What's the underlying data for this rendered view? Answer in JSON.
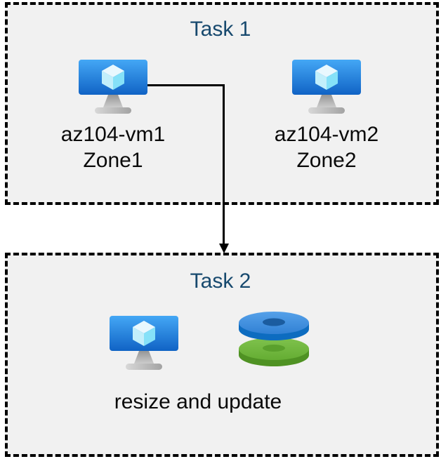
{
  "task1": {
    "title": "Task 1",
    "vm1": {
      "name": "az104-vm1",
      "zone": "Zone1"
    },
    "vm2": {
      "name": "az104-vm2",
      "zone": "Zone2"
    }
  },
  "task2": {
    "title": "Task 2",
    "caption": "resize and update"
  },
  "icons": {
    "vm": "azure-virtual-machine-icon",
    "disks": "azure-disks-icon"
  },
  "colors": {
    "page_bg": "#ffffff",
    "box_bg": "#f1f1f1",
    "box_border": "#000000",
    "title_text": "#17496e",
    "label_text": "#0a0a0a",
    "arrow": "#000000",
    "vm_screen_top": "#44a7f5",
    "vm_screen_bottom": "#1063c5",
    "cube_top": "#e9f8fe",
    "cube_left": "#c2effb",
    "cube_right": "#85e1f8",
    "stand_top": "#969696",
    "stand_bottom": "#cccccc",
    "base_light": "#d8d8d8",
    "base_dark": "#a3a3a3",
    "disk_blue_top": "#55a1e9",
    "disk_blue_top2": "#3181d4",
    "disk_blue_side": "#0d6cc0",
    "disk_blue_hole": "#1b5c9f",
    "disk_green_top": "#7fc24d",
    "disk_green_top2": "#65ad33",
    "disk_green_side": "#4f9223",
    "disk_green_hole": "#5aa02c"
  }
}
